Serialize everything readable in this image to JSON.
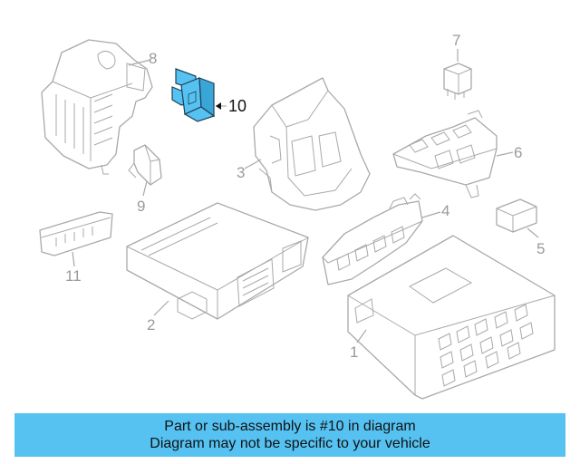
{
  "diagram": {
    "callouts": {
      "c1": "1",
      "c2": "2",
      "c3": "3",
      "c4": "4",
      "c5": "5",
      "c6": "6",
      "c7": "7",
      "c8": "8",
      "c9": "9",
      "c10": "10",
      "c11": "11"
    },
    "highlight_part": "10",
    "colors": {
      "highlight_fill": "#56c2f2",
      "part_stroke": "#a9a9a9",
      "caption_background": "#56c2f2"
    }
  },
  "caption": {
    "line1": "Part or sub-assembly is #10 in diagram",
    "line2": "Diagram may not be specific to your vehicle"
  }
}
